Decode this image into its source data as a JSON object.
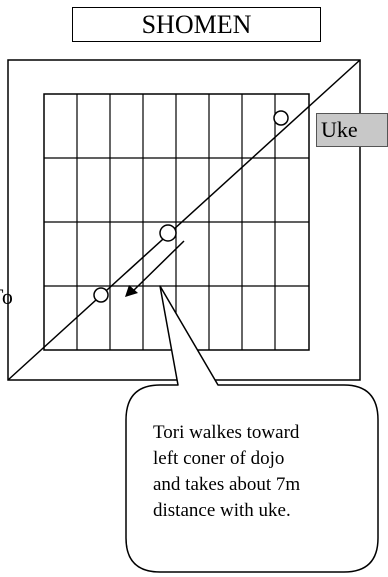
{
  "shomen_label": "SHOMEN",
  "uke_label": "Uke",
  "tori_label": "Tori",
  "callout": {
    "lines": [
      "Tori walkes toward",
      "left coner of dojo",
      "and takes about 7m",
      "distance with uke."
    ]
  },
  "colors": {
    "line": "#000000",
    "uke_fill": "#c8c8c8",
    "background": "#ffffff"
  }
}
